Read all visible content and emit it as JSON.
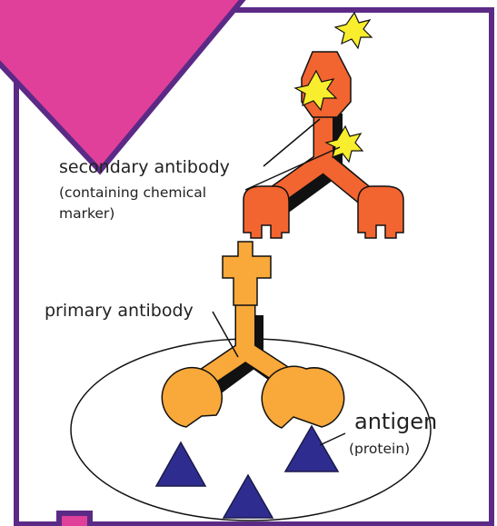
{
  "labels": {
    "secondary_title": "secondary antibody",
    "secondary_note_line1": "(containing chemical",
    "secondary_note_line2": "marker)",
    "primary_title": "primary antibody",
    "antigen_title": "antigen",
    "antigen_note": "(protein)"
  },
  "colors": {
    "secondary_antibody": "#f26430",
    "primary_antibody": "#f9a83a",
    "antigen": "#2e2d8f",
    "marker_star": "#f9ee2e",
    "frame_border": "#5b2a86",
    "arrow_fill": "#e0409a"
  }
}
